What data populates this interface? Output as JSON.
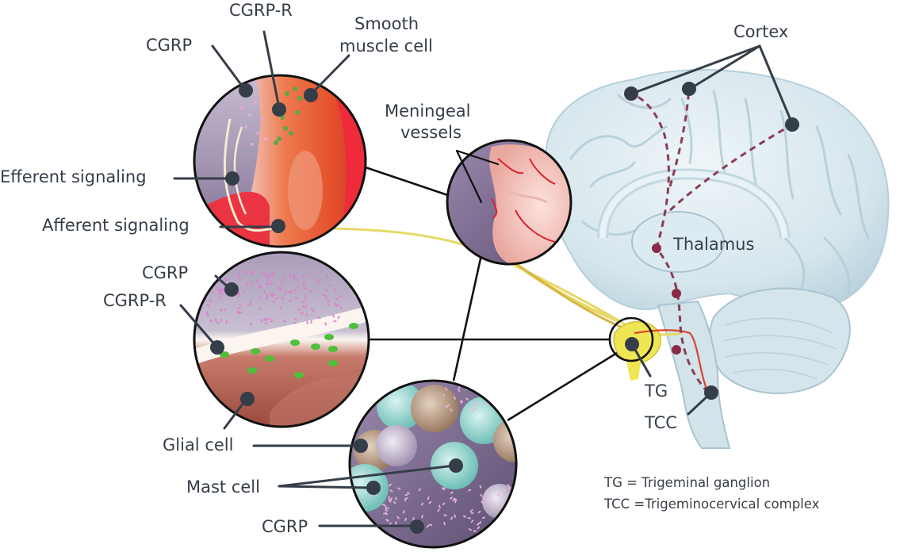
{
  "diagram": {
    "title": "CGRP signaling in migraine: trigeminovascular system",
    "insets": [
      {
        "id": "meningeal-vessel-detail",
        "labels": [
          "CGRP-R",
          "CGRP",
          "Smooth",
          "muscle cell",
          "Efferent signaling",
          "Afferent signaling"
        ]
      },
      {
        "id": "trigeminal-ganglion-detail",
        "labels": [
          "CGRP",
          "CGRP-R",
          "Glial cell"
        ]
      },
      {
        "id": "dura-mater-detail",
        "labels": [
          "Mast cell",
          "CGRP"
        ]
      }
    ],
    "labels": {
      "cgrp_r_top": "CGRP-R",
      "cgrp_top": "CGRP",
      "smooth_muscle_line1": "Smooth",
      "smooth_muscle_line2": "muscle cell",
      "efferent": "Efferent signaling",
      "afferent": "Afferent signaling",
      "meningeal_line1": "Meningeal",
      "meningeal_line2": "vessels",
      "cortex": "Cortex",
      "thalamus": "Thalamus",
      "tg": "TG",
      "tcc": "TCC",
      "cgrp_mid": "CGRP",
      "cgrp_r_mid": "CGRP-R",
      "glial_cell": "Glial cell",
      "mast_cell": "Mast cell",
      "cgrp_bottom": "CGRP"
    },
    "legend": [
      "TG = Trigeminal ganglion",
      "TCC =Trigeminocervical complex"
    ],
    "colors": {
      "label_text": "#353e48",
      "marker": "#353e48",
      "brain": "#dbe8ee",
      "brain_shadow": "#a9c4d0",
      "pathway": "#8a3d55",
      "nerve": "#e6d96a",
      "vessel_red": "#e8452f",
      "inset_purple": "#8f7fa0",
      "cgrp_particle": "#d86fc4",
      "receptor_green": "#4fbf3a",
      "mast_cell": "#8fd3cc",
      "glial_cell": "#b89a80"
    }
  }
}
